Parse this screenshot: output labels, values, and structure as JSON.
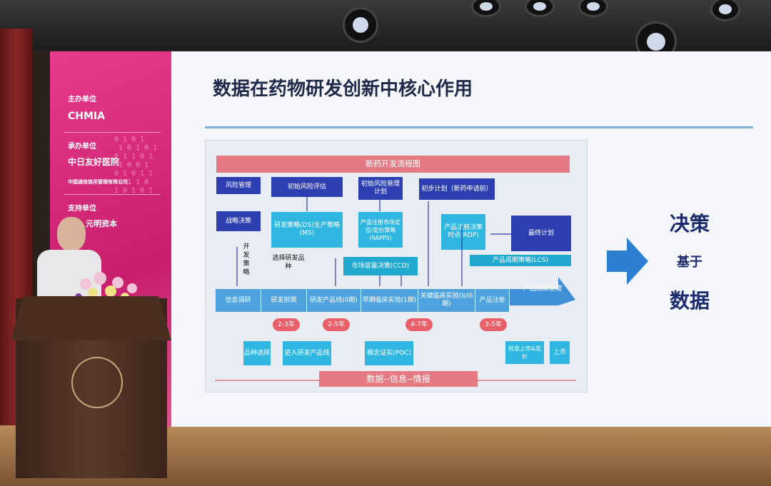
{
  "sidebar": {
    "host_label": "主办单位",
    "host_logo": "CHMIA",
    "organizer_label": "承办单位",
    "organizer_logo_1": "中日友好医院",
    "organizer_logo_2": "中国通信信用管理有限公司",
    "support_label": "支持单位",
    "support_logo": "元明资本"
  },
  "slide": {
    "title": "数据在药物研发创新中核心作用",
    "flow_title": "新药开发流程图",
    "boxes": {
      "risk_mgmt": "风险管理",
      "initial_risk_eval": "初始风险评估",
      "initial_risk_plan": "初始风险管理计划",
      "initial_plan": "初步计划（新药申请前）",
      "strategy": "战略决策",
      "rd_strategy": "研发策略(DS)生产策略(MS)",
      "rapps": "产品注册市场定位/定价策略(RAPPS)",
      "rdp": "产品注册决策时点(RDP)",
      "final_plan": "最终计划",
      "ccd": "市场容量决策(CCD)",
      "lcs": "产品周期策略(LCS)"
    },
    "side_notes": {
      "dev_strategy": "开发策略",
      "select_variety": "选择研发品种"
    },
    "stages": [
      "信息调研",
      "研发前期",
      "研发产品线(0期)",
      "早期临床实验(1期)",
      "关键临床实验(II/III期)",
      "产品注册",
      "产品周期管理"
    ],
    "durations": [
      "2-3年",
      "2-5年",
      "4-7年",
      "3-5年"
    ],
    "bottom_boxes": {
      "variety_select": "品种选择",
      "enter_pipeline": "进入研发产品线",
      "poc": "概念证实(POC)",
      "approval": "批准上市&定价",
      "launch": "上市"
    },
    "bottom_bar": "数据--信息--情报",
    "right_words": [
      "决策",
      "基于",
      "数据"
    ]
  },
  "colors": {
    "sidebar_pink": "#d8286f",
    "dark_blue_box": "#2d3fb0",
    "cyan_box": "#2fb6e1",
    "stage_blue": "#4ea3de",
    "salmon_bar": "#e57a82",
    "title_navy": "#1f2a4a"
  }
}
